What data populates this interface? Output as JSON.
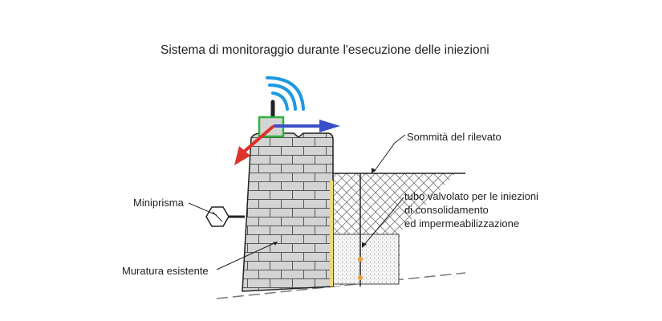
{
  "title": "Sistema di monitoraggio durante l'esecuzione delle iniezioni",
  "labels": {
    "summit": "Sommità del rilevato",
    "tube_line1": "tubo valvolato per le iniezioni",
    "tube_line2": "di consolidamento",
    "tube_line3": "ed impermeabilizzazione",
    "miniprism": "Miniprisma",
    "masonry": "Muratura esistente"
  },
  "colors": {
    "signal": "#1e9ae0",
    "sensor_frame": "#2db33b",
    "arrow_x": "#3b4fc9",
    "arrow_y": "#e0302a",
    "valve": "#f0a030",
    "masonry_fill": "#d4d4d4",
    "tube_strip": "#eadb7a"
  },
  "icons": {
    "sensor": "monitoring-sensor-icon",
    "wifi": "wireless-signal-icon",
    "miniprism": "hexagon-miniprism-icon"
  }
}
